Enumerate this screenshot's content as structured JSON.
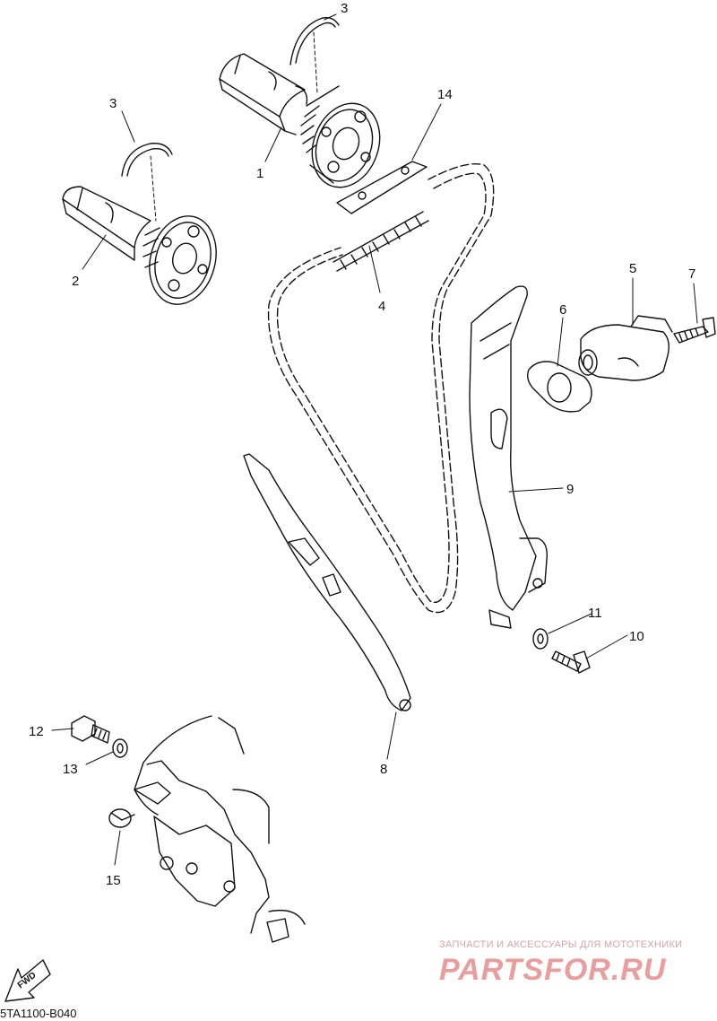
{
  "callouts": [
    {
      "id": "p1",
      "label": "1"
    },
    {
      "id": "p2",
      "label": "2"
    },
    {
      "id": "p3a",
      "label": "3"
    },
    {
      "id": "p3b",
      "label": "3"
    },
    {
      "id": "p4",
      "label": "4"
    },
    {
      "id": "p5",
      "label": "5"
    },
    {
      "id": "p6",
      "label": "6"
    },
    {
      "id": "p7",
      "label": "7"
    },
    {
      "id": "p8",
      "label": "8"
    },
    {
      "id": "p9",
      "label": "9"
    },
    {
      "id": "p10",
      "label": "10"
    },
    {
      "id": "p11",
      "label": "11"
    },
    {
      "id": "p12",
      "label": "12"
    },
    {
      "id": "p13",
      "label": "13"
    },
    {
      "id": "p14",
      "label": "14"
    },
    {
      "id": "p15",
      "label": "15"
    }
  ],
  "diagram_code": "5TA1100-B040",
  "fwd_label": "FWD",
  "watermark": {
    "tagline": "ЗАПЧАСТИ И АКСЕССУАРЫ ДЛЯ МОТОТЕХНИКИ",
    "logo": "PARTSFOR.RU"
  },
  "colors": {
    "line": "#111111",
    "watermark": "#ea9d9d"
  }
}
